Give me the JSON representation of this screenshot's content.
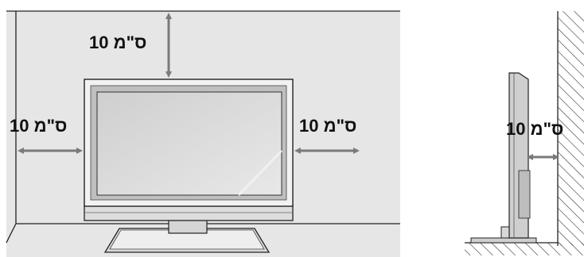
{
  "labels": {
    "top": "10 ס\"מ",
    "left": "10 ס\"מ",
    "right": "10 ס\"מ",
    "side": "10 ס\"מ"
  },
  "colors": {
    "room_fill": "#e6e6e6",
    "outline": "#222222",
    "arrow": "#7a7a7a",
    "screen": "#d2d2d2",
    "bezel": "#f2f2f2"
  }
}
